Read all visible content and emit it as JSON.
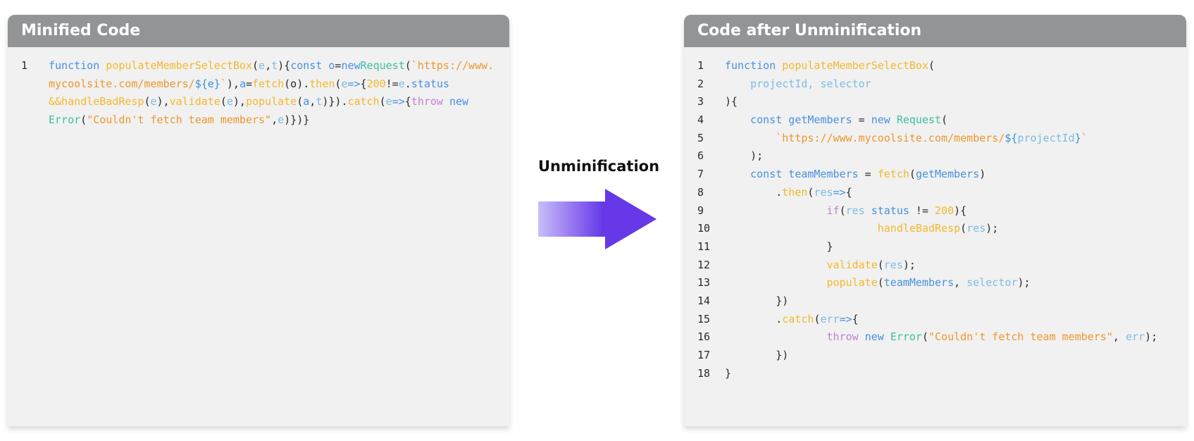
{
  "left_panel": {
    "title": "Minified Code",
    "lines": [
      {
        "n": "1",
        "tokens": [
          [
            "kw",
            "function "
          ],
          [
            "fn",
            "populateMemberSelectBox"
          ],
          [
            "pl",
            "("
          ],
          [
            "prm",
            "e"
          ],
          [
            "pl",
            ","
          ],
          [
            "prm",
            "t"
          ],
          [
            "pl",
            "){"
          ],
          [
            "kw",
            "const o"
          ],
          [
            "pl",
            "="
          ],
          [
            "kw",
            "new"
          ],
          [
            "cls",
            "Request"
          ],
          [
            "pl",
            "("
          ],
          [
            "str",
            "`https://www."
          ]
        ]
      },
      {
        "n": "",
        "tokens": [
          [
            "str",
            "mycoolsite.com/members/"
          ],
          [
            "var",
            "${e}"
          ],
          [
            "str",
            "`"
          ],
          [
            "pl",
            "),"
          ],
          [
            "kw",
            "a"
          ],
          [
            "pl",
            "="
          ],
          [
            "fn",
            "fetch"
          ],
          [
            "pl",
            "(o)."
          ],
          [
            "fn",
            "then"
          ],
          [
            "pl",
            "("
          ],
          [
            "prm",
            "e"
          ],
          [
            "kw",
            "=>"
          ],
          [
            "pl",
            "{"
          ],
          [
            "num",
            "200"
          ],
          [
            "pl",
            "!="
          ],
          [
            "prm",
            "e"
          ],
          [
            "pl",
            "."
          ],
          [
            "kw",
            "status"
          ]
        ]
      },
      {
        "n": "",
        "tokens": [
          [
            "fn",
            "&&handleBadResp"
          ],
          [
            "pl",
            "("
          ],
          [
            "prm",
            "e"
          ],
          [
            "pl",
            "),"
          ],
          [
            "fn",
            "validate"
          ],
          [
            "pl",
            "("
          ],
          [
            "prm",
            "e"
          ],
          [
            "pl",
            "),"
          ],
          [
            "fn",
            "populate"
          ],
          [
            "pl",
            "("
          ],
          [
            "kw",
            "a"
          ],
          [
            "pl",
            ","
          ],
          [
            "prm",
            "t"
          ],
          [
            "pl",
            ")})."
          ],
          [
            "fn",
            "catch"
          ],
          [
            "pl",
            "("
          ],
          [
            "prm",
            "e"
          ],
          [
            "kw",
            "=>"
          ],
          [
            "pl",
            "{"
          ],
          [
            "ctrl",
            "throw"
          ],
          [
            "kw",
            " new"
          ]
        ]
      },
      {
        "n": "",
        "tokens": [
          [
            "cls",
            "Error"
          ],
          [
            "pl",
            "("
          ],
          [
            "str",
            "\"Couldn't fetch team members\""
          ],
          [
            "pl",
            ","
          ],
          [
            "prm",
            "e"
          ],
          [
            "pl",
            ")})}"
          ]
        ]
      }
    ]
  },
  "arrow": {
    "label": "Unminification",
    "color_start": "#c9bdf8",
    "color_end": "#6638e8"
  },
  "right_panel": {
    "title": "Code after Unminification",
    "lines": [
      {
        "n": "1",
        "tokens": [
          [
            "kw",
            "function "
          ],
          [
            "fn",
            "populateMemberSelectBox"
          ],
          [
            "pl",
            "("
          ]
        ]
      },
      {
        "n": "2",
        "tokens": [
          [
            "pl",
            "    "
          ],
          [
            "prm",
            "projectId, selector"
          ]
        ]
      },
      {
        "n": "3",
        "tokens": [
          [
            "pl",
            "){"
          ]
        ]
      },
      {
        "n": "4",
        "tokens": [
          [
            "pl",
            "    "
          ],
          [
            "kw",
            "const getMembers"
          ],
          [
            "pl",
            " = "
          ],
          [
            "kw",
            "new "
          ],
          [
            "cls",
            "Request"
          ],
          [
            "pl",
            "("
          ]
        ]
      },
      {
        "n": "5",
        "tokens": [
          [
            "pl",
            "        "
          ],
          [
            "str",
            "`https://www.mycoolsite.com/members/"
          ],
          [
            "var",
            "${"
          ],
          [
            "prm",
            "projectId"
          ],
          [
            "var",
            "}"
          ],
          [
            "str",
            "`"
          ]
        ]
      },
      {
        "n": "6",
        "tokens": [
          [
            "pl",
            "    );"
          ]
        ]
      },
      {
        "n": "7",
        "tokens": [
          [
            "pl",
            "    "
          ],
          [
            "kw",
            "const teamMembers"
          ],
          [
            "pl",
            " = "
          ],
          [
            "fn",
            "fetch"
          ],
          [
            "pl",
            "("
          ],
          [
            "kw",
            "getMembers"
          ],
          [
            "pl",
            ")"
          ]
        ]
      },
      {
        "n": "8",
        "tokens": [
          [
            "pl",
            "        ."
          ],
          [
            "fn",
            "then"
          ],
          [
            "pl",
            "("
          ],
          [
            "prm",
            "res"
          ],
          [
            "kw",
            "=>"
          ],
          [
            "pl",
            "{"
          ]
        ]
      },
      {
        "n": "9",
        "tokens": [
          [
            "pl",
            "                "
          ],
          [
            "ctrl",
            "if"
          ],
          [
            "pl",
            "("
          ],
          [
            "prm",
            "res"
          ],
          [
            "kw",
            " status"
          ],
          [
            "pl",
            " != "
          ],
          [
            "num",
            "200"
          ],
          [
            "pl",
            "){"
          ]
        ]
      },
      {
        "n": "10",
        "tokens": [
          [
            "pl",
            "                        "
          ],
          [
            "fn",
            "handleBadResp"
          ],
          [
            "pl",
            "("
          ],
          [
            "prm",
            "res"
          ],
          [
            "pl",
            ");"
          ]
        ]
      },
      {
        "n": "11",
        "tokens": [
          [
            "pl",
            "                }"
          ]
        ]
      },
      {
        "n": "12",
        "tokens": [
          [
            "pl",
            "                "
          ],
          [
            "fn",
            "validate"
          ],
          [
            "pl",
            "("
          ],
          [
            "prm",
            "res"
          ],
          [
            "pl",
            ");"
          ]
        ]
      },
      {
        "n": "13",
        "tokens": [
          [
            "pl",
            "                "
          ],
          [
            "fn",
            "populate"
          ],
          [
            "pl",
            "("
          ],
          [
            "kw",
            "teamMembers"
          ],
          [
            "pl",
            ", "
          ],
          [
            "prm",
            "selector"
          ],
          [
            "pl",
            ");"
          ]
        ]
      },
      {
        "n": "14",
        "tokens": [
          [
            "pl",
            "        })"
          ]
        ]
      },
      {
        "n": "15",
        "tokens": [
          [
            "pl",
            "        ."
          ],
          [
            "fn",
            "catch"
          ],
          [
            "pl",
            "("
          ],
          [
            "prm",
            "err"
          ],
          [
            "kw",
            "=>"
          ],
          [
            "pl",
            "{"
          ]
        ]
      },
      {
        "n": "16",
        "tokens": [
          [
            "pl",
            "                "
          ],
          [
            "ctrl",
            "throw"
          ],
          [
            "kw",
            " new "
          ],
          [
            "cls",
            "Error"
          ],
          [
            "pl",
            "("
          ],
          [
            "str",
            "\"Couldn't fetch team members\""
          ],
          [
            "pl",
            ", "
          ],
          [
            "prm",
            "err"
          ],
          [
            "pl",
            ");"
          ]
        ]
      },
      {
        "n": "17",
        "tokens": [
          [
            "pl",
            "        })"
          ]
        ]
      },
      {
        "n": "18",
        "tokens": [
          [
            "pl",
            "}"
          ]
        ]
      }
    ]
  }
}
